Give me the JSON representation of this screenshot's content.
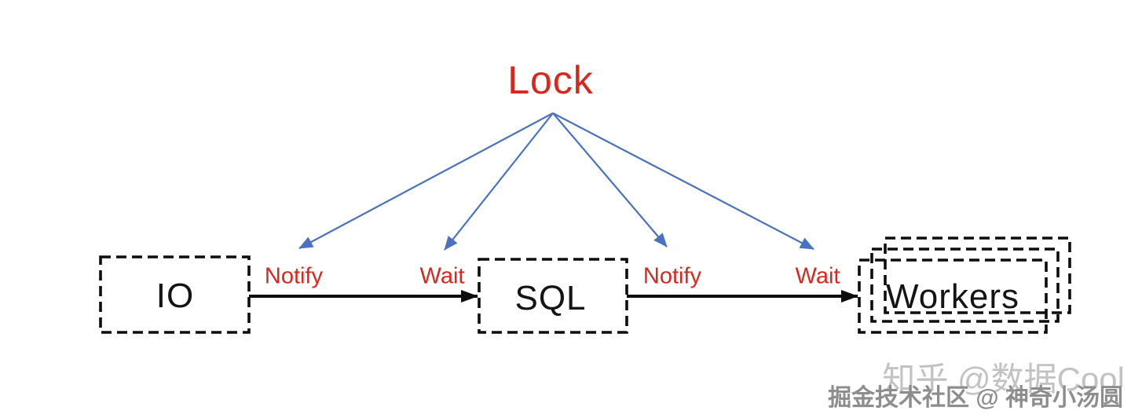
{
  "diagram": {
    "title": "Lock",
    "nodes": {
      "io": "IO",
      "sql": "SQL",
      "workers": "Workers"
    },
    "labels": {
      "io_sql_notify": "Notify",
      "io_sql_wait": "Wait",
      "sql_workers_notify": "Notify",
      "sql_workers_wait": "Wait"
    },
    "colors": {
      "title_red": "#d8271e",
      "label_red": "#d8271e",
      "arrow_blue": "#4a72ba",
      "arrow_black": "#0d0d0d",
      "box_border": "#0d0d0d"
    }
  },
  "watermarks": {
    "zhihu": "知乎 @数据Cool",
    "juejin": "掘金技术社区 @ 神奇小汤圆"
  }
}
